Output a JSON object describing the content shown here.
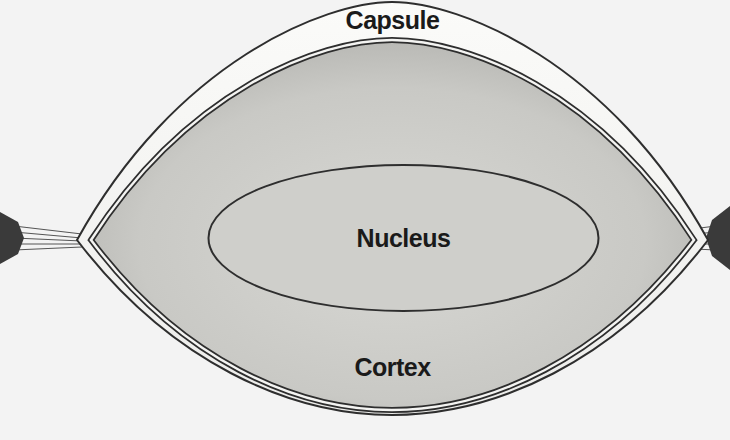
{
  "diagram": {
    "nodes": [
      {
        "text": [
          "Capsule"
        ]
      },
      {
        "text": [
          "Cortex"
        ],
        "in": 0
      },
      {
        "text": [
          "Nucleus"
        ],
        "in": 1
      }
    ]
  }
}
